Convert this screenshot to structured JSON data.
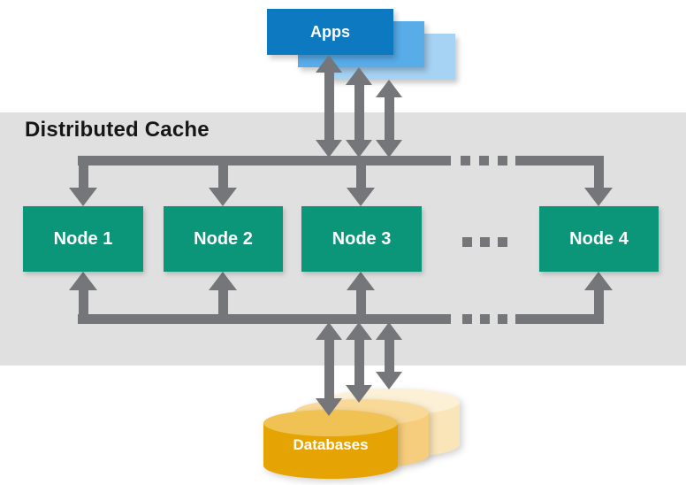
{
  "diagram": {
    "title": "Distributed Cache",
    "apps": {
      "label": "Apps"
    },
    "nodes": [
      {
        "label": "Node 1"
      },
      {
        "label": "Node 2"
      },
      {
        "label": "Node 3"
      },
      {
        "label": "Node 4"
      }
    ],
    "databases": {
      "label": "Databases"
    },
    "colors": {
      "app_front": "#0d79c0",
      "app_middle": "#58ace8",
      "app_back": "#a6d2f3",
      "node_fill": "#0b9679",
      "node_text": "#ffffff",
      "band_fill": "#e0e0e1",
      "title_text": "#161616",
      "arrow_fill": "#74767a",
      "db_front": "#e5a403",
      "db_front_top": "#f0c254",
      "db_middle": "#f6cd7c",
      "db_middle_top": "#f9d998",
      "db_back": "#fae5b9",
      "db_back_top": "#fcf0d6"
    }
  }
}
